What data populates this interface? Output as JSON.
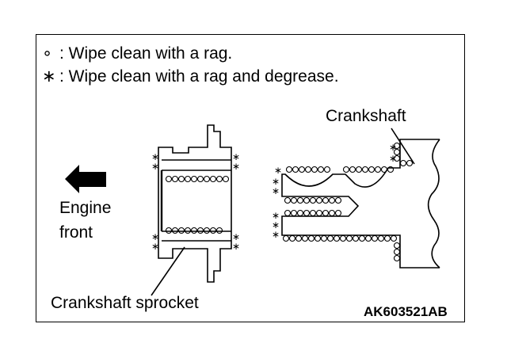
{
  "legend": {
    "items": [
      {
        "symbol": "∘",
        "symbol_name": "circle-symbol",
        "text": ": Wipe clean with a rag."
      },
      {
        "symbol": "∗",
        "symbol_name": "asterisk-symbol",
        "text": ": Wipe clean with a rag and degrease."
      }
    ]
  },
  "labels": {
    "engine": "Engine",
    "front": "front",
    "crankshaft": "Crankshaft",
    "sprocket": "Crankshaft sprocket",
    "code": "AK603521AB"
  },
  "icons": {
    "arrow": "left-arrow-icon"
  }
}
